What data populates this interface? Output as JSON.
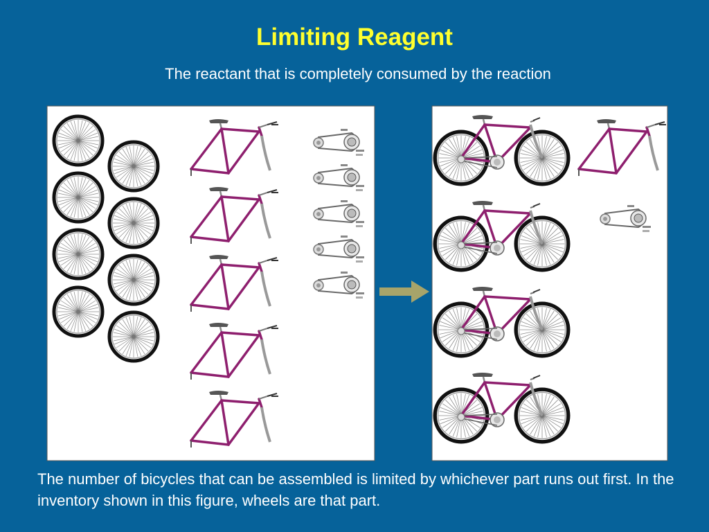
{
  "slide": {
    "title": "Limiting Reagent",
    "subtitle": "The reactant that is completely consumed by the reaction",
    "caption": "The number of bicycles that can be assembled is limited by whichever part runs out first. In the inventory shown in this figure, wheels are that part."
  },
  "figure": {
    "reactants": {
      "wheels": 8,
      "frames": 5,
      "drivetrains": 5
    },
    "products": {
      "bicycles": 4
    },
    "leftover": {
      "frames": 1,
      "drivetrains": 1
    },
    "icons": [
      "wheel-icon",
      "bike-frame-icon",
      "drivetrain-icon",
      "bicycle-icon",
      "reaction-arrow-icon"
    ]
  },
  "colors": {
    "background": "#06629a",
    "title": "#ffff2e",
    "text": "#ffffff",
    "frame": "#8e1f6e",
    "arrow": "#a7a46a",
    "panel": "#ffffff"
  }
}
